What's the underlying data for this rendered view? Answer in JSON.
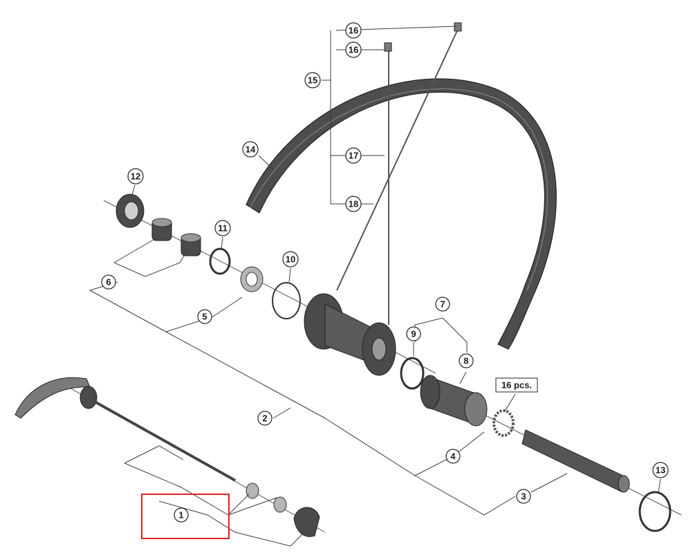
{
  "colors": {
    "line": "#3a3a3a",
    "part_dark": "#4a4a4a",
    "part_mid": "#7a7a7a",
    "part_light": "#b5b5b5",
    "highlight": "#e02020"
  },
  "callouts": [
    {
      "id": "c1",
      "label": "1"
    },
    {
      "id": "c2",
      "label": "2"
    },
    {
      "id": "c3",
      "label": "3"
    },
    {
      "id": "c4",
      "label": "4"
    },
    {
      "id": "c5",
      "label": "5"
    },
    {
      "id": "c6",
      "label": "6"
    },
    {
      "id": "c7",
      "label": "7"
    },
    {
      "id": "c8",
      "label": "8"
    },
    {
      "id": "c9",
      "label": "9"
    },
    {
      "id": "c10",
      "label": "10"
    },
    {
      "id": "c11",
      "label": "11"
    },
    {
      "id": "c12",
      "label": "12"
    },
    {
      "id": "c13",
      "label": "13"
    },
    {
      "id": "c14",
      "label": "14"
    },
    {
      "id": "c15",
      "label": "15"
    },
    {
      "id": "c16a",
      "label": "16"
    },
    {
      "id": "c16b",
      "label": "16"
    },
    {
      "id": "c17",
      "label": "17"
    },
    {
      "id": "c18",
      "label": "18"
    }
  ],
  "quantity_label": "16 pcs.",
  "highlighted_callout": "1"
}
